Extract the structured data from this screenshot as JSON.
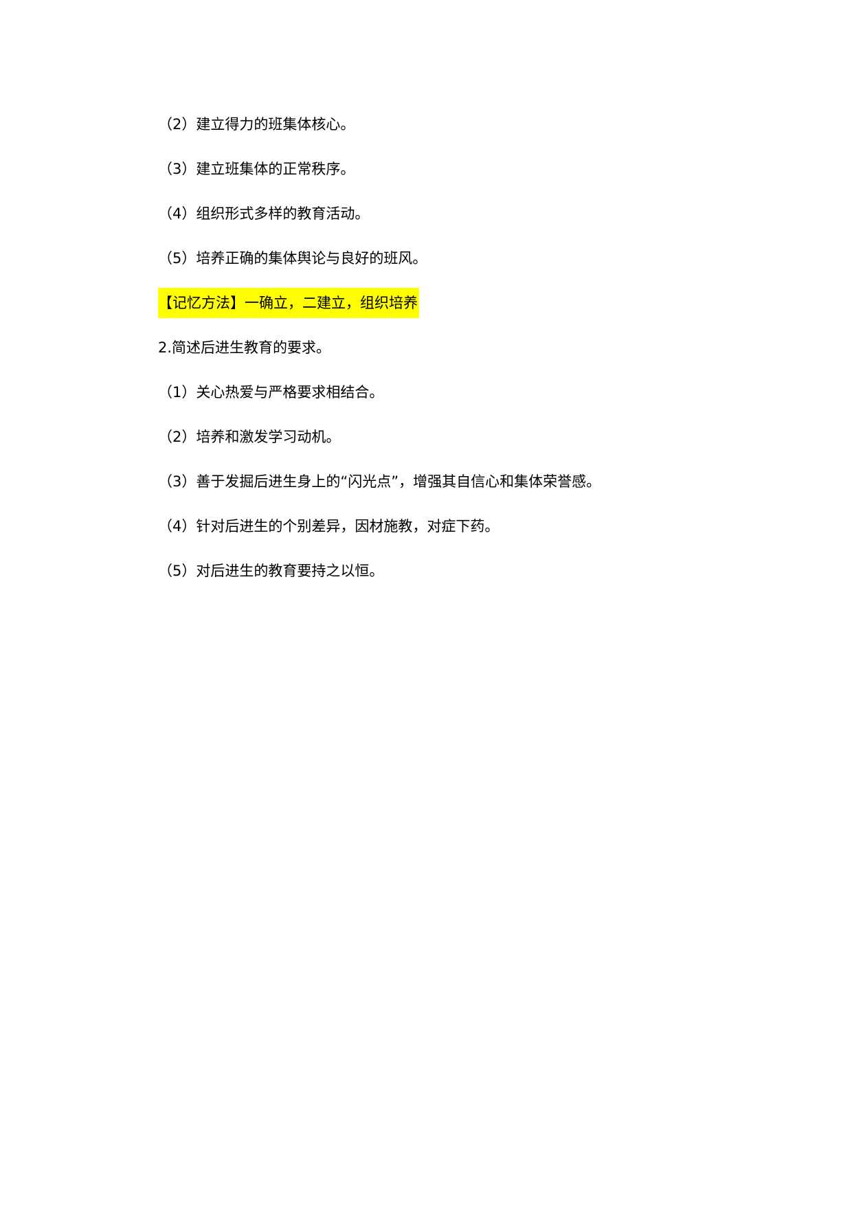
{
  "document": {
    "items_section1": [
      "（2）建立得力的班集体核心。",
      "（3）建立班集体的正常秩序。",
      "（4）组织形式多样的教育活动。",
      "（5）培养正确的集体舆论与良好的班风。"
    ],
    "mnemonic": "【记忆方法】一确立，二建立，组织培养",
    "question2": "2.简述后进生教育的要求。",
    "items_section2": [
      "（1）关心热爱与严格要求相结合。",
      "（2）培养和激发学习动机。",
      "（3）善于发掘后进生身上的“闪光点”，增强其自信心和集体荣誉感。",
      "（4）针对后进生的个别差异，因材施教，对症下药。",
      "（5）对后进生的教育要持之以恒。"
    ],
    "highlight_color": "#ffff00"
  }
}
